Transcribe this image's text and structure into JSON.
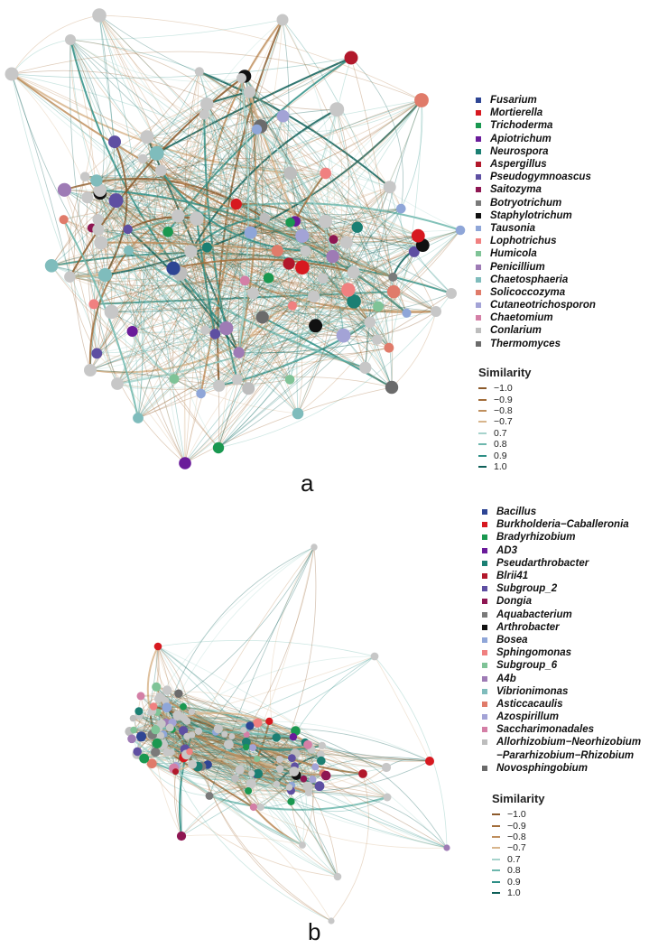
{
  "panels": [
    {
      "label": "a",
      "legend": [
        {
          "name": "Fusarium",
          "color": "#2e4594"
        },
        {
          "name": "Mortierella",
          "color": "#d71920"
        },
        {
          "name": "Trichoderma",
          "color": "#1a9850"
        },
        {
          "name": "Apiotrichum",
          "color": "#6a1b9a"
        },
        {
          "name": "Neurospora",
          "color": "#1b7f73"
        },
        {
          "name": "Aspergillus",
          "color": "#b2182b"
        },
        {
          "name": "Pseudogymnoascus",
          "color": "#5e4fa2"
        },
        {
          "name": "Saitozyma",
          "color": "#8e1652"
        },
        {
          "name": "Botryotrichum",
          "color": "#7a7a7a"
        },
        {
          "name": "Staphylotrichum",
          "color": "#111111"
        },
        {
          "name": "Tausonia",
          "color": "#8fa6d8"
        },
        {
          "name": "Lophotrichus",
          "color": "#f08080"
        },
        {
          "name": "Humicola",
          "color": "#7fc397"
        },
        {
          "name": "Penicillium",
          "color": "#9e7bb5"
        },
        {
          "name": "Chaetosphaeria",
          "color": "#7fbcbc"
        },
        {
          "name": "Solicoccozyma",
          "color": "#e07b6a"
        },
        {
          "name": "Cutaneotrichosporon",
          "color": "#a3a3d6"
        },
        {
          "name": "Chaetomium",
          "color": "#d47fa6"
        },
        {
          "name": "Conlarium",
          "color": "#bdbdbd"
        },
        {
          "name": "Thermomyces",
          "color": "#6b6b6b"
        }
      ],
      "similarity_title": "Similarity",
      "similarity": [
        {
          "label": "−1.0",
          "color": "#8c5a2b"
        },
        {
          "label": "−0.9",
          "color": "#a26d3a"
        },
        {
          "label": "−0.8",
          "color": "#bf8f5e"
        },
        {
          "label": "−0.7",
          "color": "#d8b58c"
        },
        {
          "label": "0.7",
          "color": "#a6d3cc"
        },
        {
          "label": "0.8",
          "color": "#6db7ad"
        },
        {
          "label": "0.9",
          "color": "#2e8f86"
        },
        {
          "label": "1.0",
          "color": "#0e5f58"
        }
      ]
    },
    {
      "label": "b",
      "legend": [
        {
          "name": "Bacillus",
          "color": "#2e4594"
        },
        {
          "name": "Burkholderia−Caballeronia",
          "color": "#d71920"
        },
        {
          "name": "Bradyrhizobium",
          "color": "#1a9850"
        },
        {
          "name": "AD3",
          "color": "#6a1b9a"
        },
        {
          "name": "Pseudarthrobacter",
          "color": "#1b7f73"
        },
        {
          "name": "Blrii41",
          "color": "#b2182b"
        },
        {
          "name": "Subgroup_2",
          "color": "#5e4fa2"
        },
        {
          "name": "Dongia",
          "color": "#8e1652"
        },
        {
          "name": "Aquabacterium",
          "color": "#7a7a7a"
        },
        {
          "name": "Arthrobacter",
          "color": "#111111"
        },
        {
          "name": "Bosea",
          "color": "#8fa6d8"
        },
        {
          "name": "Sphingomonas",
          "color": "#f08080"
        },
        {
          "name": "Subgroup_6",
          "color": "#7fc397"
        },
        {
          "name": "A4b",
          "color": "#9e7bb5"
        },
        {
          "name": "Vibrionimonas",
          "color": "#7fbcbc"
        },
        {
          "name": "Asticcacaulis",
          "color": "#e07b6a"
        },
        {
          "name": "Azospirillum",
          "color": "#a3a3d6"
        },
        {
          "name": "Saccharimonadales",
          "color": "#d47fa6"
        },
        {
          "name": "Allorhizobium−Neorhizobium",
          "color": "#bdbdbd"
        },
        {
          "name": "−Pararhizobium−Rhizobium",
          "color": ""
        },
        {
          "name": "Novosphingobium",
          "color": "#6b6b6b"
        }
      ],
      "similarity_title": "Similarity",
      "similarity": [
        {
          "label": "−1.0",
          "color": "#8c5a2b"
        },
        {
          "label": "−0.9",
          "color": "#a26d3a"
        },
        {
          "label": "−0.8",
          "color": "#bf8f5e"
        },
        {
          "label": "−0.7",
          "color": "#d8b58c"
        },
        {
          "label": "0.7",
          "color": "#a6d3cc"
        },
        {
          "label": "0.8",
          "color": "#6db7ad"
        },
        {
          "label": "0.9",
          "color": "#2e8f86"
        },
        {
          "label": "1.0",
          "color": "#0e5f58"
        }
      ]
    }
  ]
}
